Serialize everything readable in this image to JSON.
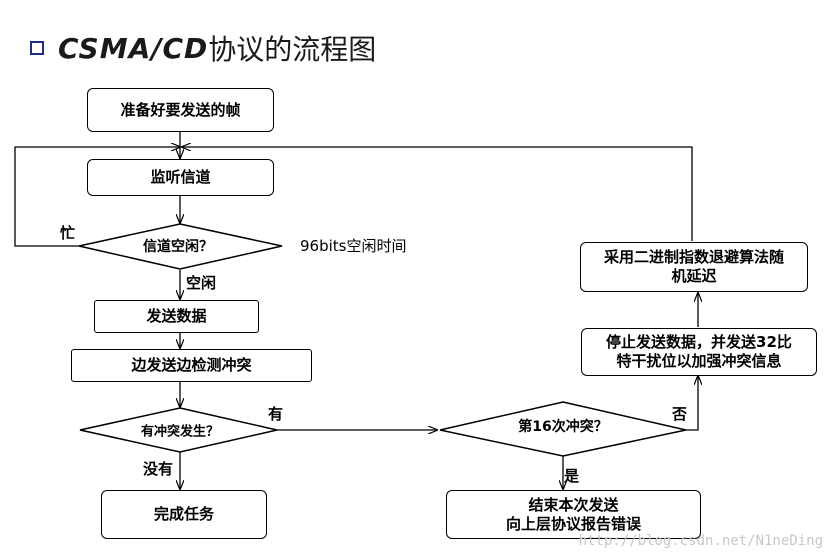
{
  "title": {
    "latin": "CSMA/CD",
    "cjk": "协议的流程图"
  },
  "nodes": {
    "prepare_frame": "准备好要发送的帧",
    "listen_channel": "监听信道",
    "channel_idle_q": "信道空闲？",
    "send_data": "发送数据",
    "send_and_detect": "边发送边检测冲突",
    "collision_q": "有冲突发生？",
    "finish": "完成任务",
    "sixteenth_q": "第16次冲突？",
    "end_send_line1": "结束本次发送",
    "end_send_line2": "向上层协议报告错误",
    "stop_jam_line1": "停止发送数据，并发送32比",
    "stop_jam_line2": "特干扰位以加强冲突信息",
    "backoff_line1": "采用二进制指数退避算法随",
    "backoff_line2": "机延迟"
  },
  "labels": {
    "busy": "忙",
    "idle": "空闲",
    "idle_wait_note": "96bits空闲时间",
    "has": "有",
    "none": "没有",
    "no": "否",
    "yes": "是"
  },
  "watermark": "http://blog.csdn.net/N1neDing"
}
